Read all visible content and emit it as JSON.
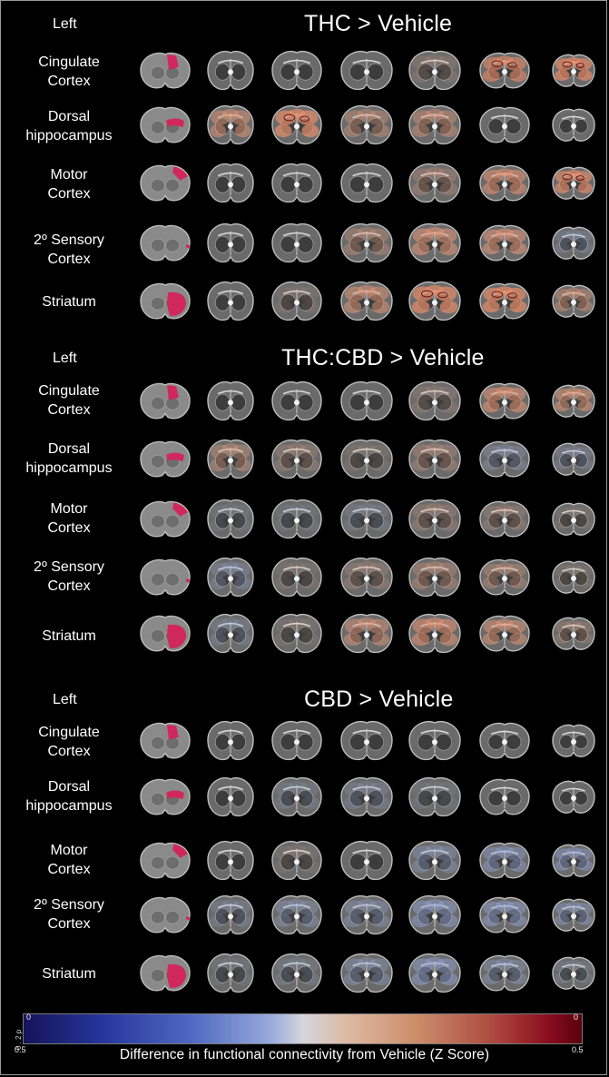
{
  "left_label": "Left",
  "panels": [
    {
      "title": "THC > Vehicle",
      "rows": [
        {
          "label_line1": "Cingulate",
          "label_line2": "Cortex",
          "roi": "cingulate",
          "tints": [
            [
              0,
              0
            ],
            [
              0,
              0
            ],
            [
              0.05,
              0
            ],
            [
              0.1,
              0
            ],
            [
              0.2,
              0.15
            ],
            [
              0.55,
              0.6
            ],
            [
              0.55,
              0.7
            ]
          ]
        },
        {
          "label_line1": "Dorsal",
          "label_line2": "hippocampus",
          "roi": "hippocampus",
          "tints": [
            [
              0,
              0
            ],
            [
              0.35,
              0.5
            ],
            [
              0.45,
              0.7
            ],
            [
              0.25,
              0.35
            ],
            [
              0.3,
              0.4
            ],
            [
              0,
              0
            ],
            [
              0,
              0
            ]
          ]
        },
        {
          "label_line1": "Motor",
          "label_line2": "Cortex",
          "roi": "motor",
          "tints": [
            [
              0,
              0
            ],
            [
              0,
              0
            ],
            [
              0.05,
              0
            ],
            [
              -0.05,
              0
            ],
            [
              0.25,
              0.25
            ],
            [
              0.45,
              0.55
            ],
            [
              0.5,
              0.65
            ]
          ]
        },
        {
          "label_line1": "2º Sensory",
          "label_line2": "Cortex",
          "roi": "sensory",
          "tints": [
            [
              0,
              0
            ],
            [
              -0.1,
              0
            ],
            [
              0.05,
              0
            ],
            [
              0.25,
              0.3
            ],
            [
              0.35,
              0.55
            ],
            [
              0.35,
              0.55
            ],
            [
              -0.2,
              0.2
            ]
          ]
        },
        {
          "label_line1": "Striatum",
          "label_line2": "",
          "roi": "striatum",
          "tints": [
            [
              0,
              0
            ],
            [
              -0.1,
              0
            ],
            [
              0.15,
              0.1
            ],
            [
              0.35,
              0.5
            ],
            [
              0.5,
              0.7
            ],
            [
              0.5,
              0.7
            ],
            [
              0.35,
              0.4
            ]
          ]
        }
      ]
    },
    {
      "title": "THC:CBD > Vehicle",
      "rows": [
        {
          "label_line1": "Cingulate",
          "label_line2": "Cortex",
          "roi": "cingulate",
          "tints": [
            [
              0,
              0
            ],
            [
              0,
              0
            ],
            [
              -0.05,
              0
            ],
            [
              0.05,
              0
            ],
            [
              0.1,
              0.15
            ],
            [
              0.4,
              0.55
            ],
            [
              0.35,
              0.5
            ]
          ]
        },
        {
          "label_line1": "Dorsal",
          "label_line2": "hippocampus",
          "roi": "hippocampus",
          "tints": [
            [
              0,
              0
            ],
            [
              0.2,
              0.35
            ],
            [
              0.15,
              0.2
            ],
            [
              0.1,
              0.1
            ],
            [
              0.15,
              0.25
            ],
            [
              -0.15,
              0.25
            ],
            [
              -0.15,
              0.2
            ]
          ]
        },
        {
          "label_line1": "Motor",
          "label_line2": "Cortex",
          "roi": "motor",
          "tints": [
            [
              0,
              0
            ],
            [
              -0.1,
              0.1
            ],
            [
              -0.1,
              0.1
            ],
            [
              -0.1,
              0.15
            ],
            [
              0.15,
              0.2
            ],
            [
              0.15,
              0.2
            ],
            [
              0.1,
              0.1
            ]
          ]
        },
        {
          "label_line1": "2º Sensory",
          "label_line2": "Cortex",
          "roi": "sensory",
          "tints": [
            [
              0,
              0
            ],
            [
              -0.2,
              0.25
            ],
            [
              0.1,
              0.1
            ],
            [
              0.15,
              0.2
            ],
            [
              0.25,
              0.3
            ],
            [
              0.25,
              0.3
            ],
            [
              0.1,
              0.1
            ]
          ]
        },
        {
          "label_line1": "Striatum",
          "label_line2": "",
          "roi": "striatum",
          "tints": [
            [
              0,
              0
            ],
            [
              -0.2,
              0.2
            ],
            [
              0.1,
              0.1
            ],
            [
              0.3,
              0.45
            ],
            [
              0.4,
              0.55
            ],
            [
              0.35,
              0.5
            ],
            [
              0.2,
              0.2
            ]
          ]
        }
      ]
    },
    {
      "title": "CBD > Vehicle",
      "rows": [
        {
          "label_line1": "Cingulate",
          "label_line2": "Cortex",
          "roi": "cingulate",
          "tints": [
            [
              0,
              0
            ],
            [
              0,
              0
            ],
            [
              0,
              0
            ],
            [
              0,
              0
            ],
            [
              0,
              0
            ],
            [
              -0.05,
              0
            ],
            [
              -0.05,
              0
            ]
          ]
        },
        {
          "label_line1": "Dorsal",
          "label_line2": "hippocampus",
          "roi": "hippocampus",
          "tints": [
            [
              0,
              0
            ],
            [
              0,
              0
            ],
            [
              -0.1,
              0.15
            ],
            [
              -0.15,
              0.2
            ],
            [
              -0.05,
              0.1
            ],
            [
              0,
              0
            ],
            [
              0,
              0
            ]
          ]
        },
        {
          "label_line1": "Motor",
          "label_line2": "Cortex",
          "roi": "motor",
          "tints": [
            [
              0,
              0
            ],
            [
              0,
              0
            ],
            [
              0.1,
              0.1
            ],
            [
              0,
              0
            ],
            [
              -0.25,
              0.3
            ],
            [
              -0.3,
              0.4
            ],
            [
              -0.3,
              0.4
            ]
          ]
        },
        {
          "label_line1": "2º Sensory",
          "label_line2": "Cortex",
          "roi": "sensory",
          "tints": [
            [
              0,
              0
            ],
            [
              -0.15,
              0.2
            ],
            [
              -0.2,
              0.3
            ],
            [
              -0.2,
              0.3
            ],
            [
              -0.3,
              0.45
            ],
            [
              -0.3,
              0.45
            ],
            [
              -0.25,
              0.35
            ]
          ]
        },
        {
          "label_line1": "Striatum",
          "label_line2": "",
          "roi": "striatum",
          "tints": [
            [
              0,
              0
            ],
            [
              -0.1,
              0.1
            ],
            [
              -0.1,
              0.15
            ],
            [
              -0.2,
              0.3
            ],
            [
              -0.3,
              0.45
            ],
            [
              -0.2,
              0.3
            ],
            [
              -0.1,
              0.15
            ]
          ]
        }
      ]
    }
  ],
  "colorbar": {
    "label": "Difference in functional connectivity from Vehicle (Z Score)",
    "min_label": "0.5",
    "max_label": "0.5",
    "top_left_tick": "0",
    "top_right_tick": "0",
    "side_ticks": "0 . 2  p",
    "low_color": "#15135a",
    "mid_color": "#d4d6dc",
    "high_color": "#5a0010"
  },
  "roi_color": "#d0285e"
}
